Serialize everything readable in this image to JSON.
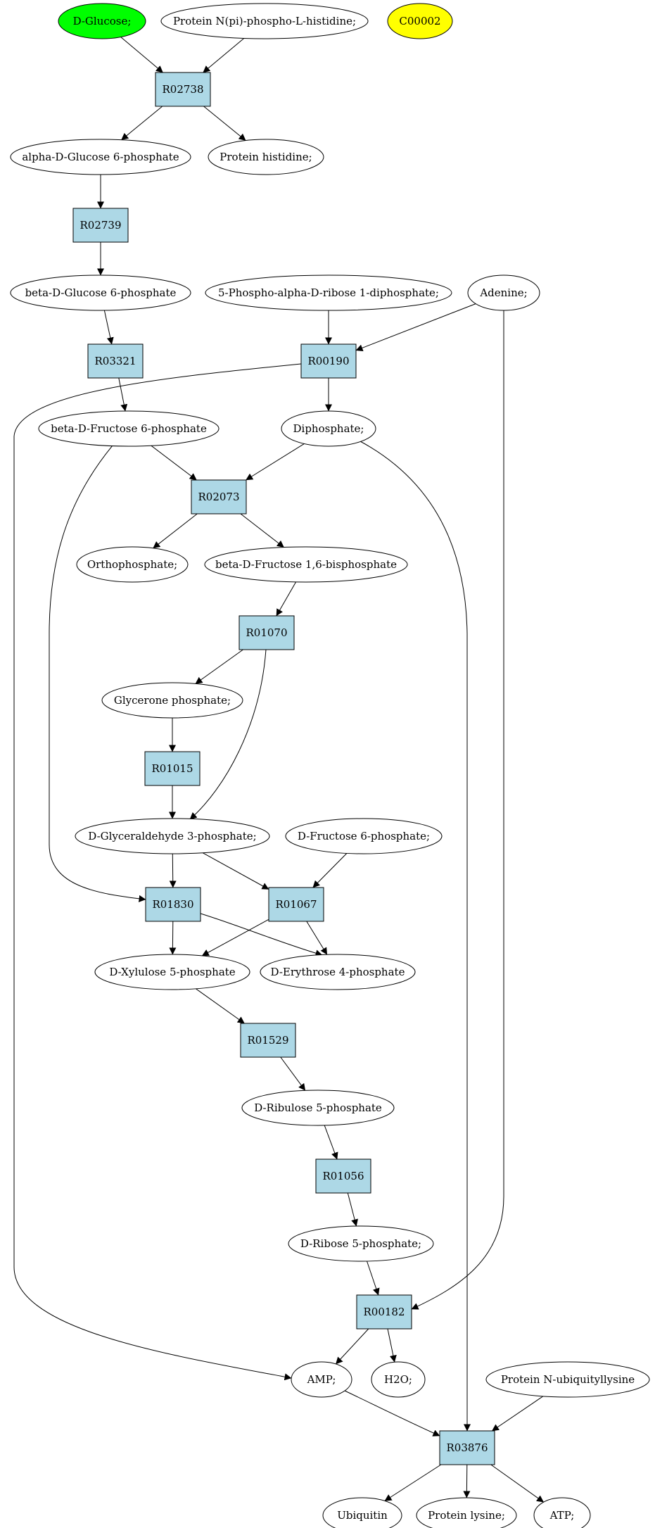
{
  "nodes": {
    "glucose": {
      "label": "D-Glucose;",
      "type": "compound",
      "fill": "#00ff00"
    },
    "protein_nphis": {
      "label": "Protein N(pi)-phospho-L-histidine;",
      "type": "compound",
      "fill": "#ffffff"
    },
    "c00002": {
      "label": "C00002",
      "type": "compound",
      "fill": "#ffff00"
    },
    "r02738": {
      "label": "R02738",
      "type": "reaction",
      "fill": "#add8e6"
    },
    "adg6p": {
      "label": "alpha-D-Glucose 6-phosphate",
      "type": "compound",
      "fill": "#ffffff"
    },
    "prot_his": {
      "label": "Protein histidine;",
      "type": "compound",
      "fill": "#ffffff"
    },
    "r02739": {
      "label": "R02739",
      "type": "reaction",
      "fill": "#add8e6"
    },
    "bdg6p": {
      "label": "beta-D-Glucose 6-phosphate",
      "type": "compound",
      "fill": "#ffffff"
    },
    "prpp": {
      "label": "5-Phospho-alpha-D-ribose 1-diphosphate;",
      "type": "compound",
      "fill": "#ffffff"
    },
    "adenine": {
      "label": "Adenine;",
      "type": "compound",
      "fill": "#ffffff"
    },
    "r03321": {
      "label": "R03321",
      "type": "reaction",
      "fill": "#add8e6"
    },
    "r00190": {
      "label": "R00190",
      "type": "reaction",
      "fill": "#add8e6"
    },
    "bdf6p": {
      "label": "beta-D-Fructose 6-phosphate",
      "type": "compound",
      "fill": "#ffffff"
    },
    "diphosphate": {
      "label": "Diphosphate;",
      "type": "compound",
      "fill": "#ffffff"
    },
    "r02073": {
      "label": "R02073",
      "type": "reaction",
      "fill": "#add8e6"
    },
    "orthophosphate": {
      "label": "Orthophosphate;",
      "type": "compound",
      "fill": "#ffffff"
    },
    "fbp": {
      "label": "beta-D-Fructose 1,6-bisphosphate",
      "type": "compound",
      "fill": "#ffffff"
    },
    "r01070": {
      "label": "R01070",
      "type": "reaction",
      "fill": "#add8e6"
    },
    "glycerone": {
      "label": "Glycerone phosphate;",
      "type": "compound",
      "fill": "#ffffff"
    },
    "r01015": {
      "label": "R01015",
      "type": "reaction",
      "fill": "#add8e6"
    },
    "g3p": {
      "label": "D-Glyceraldehyde 3-phosphate;",
      "type": "compound",
      "fill": "#ffffff"
    },
    "df6p": {
      "label": "D-Fructose 6-phosphate;",
      "type": "compound",
      "fill": "#ffffff"
    },
    "r01830": {
      "label": "R01830",
      "type": "reaction",
      "fill": "#add8e6"
    },
    "r01067": {
      "label": "R01067",
      "type": "reaction",
      "fill": "#add8e6"
    },
    "xu5p": {
      "label": "D-Xylulose 5-phosphate",
      "type": "compound",
      "fill": "#ffffff"
    },
    "e4p": {
      "label": "D-Erythrose 4-phosphate",
      "type": "compound",
      "fill": "#ffffff"
    },
    "r01529": {
      "label": "R01529",
      "type": "reaction",
      "fill": "#add8e6"
    },
    "ru5p": {
      "label": "D-Ribulose 5-phosphate",
      "type": "compound",
      "fill": "#ffffff"
    },
    "r01056": {
      "label": "R01056",
      "type": "reaction",
      "fill": "#add8e6"
    },
    "r5p": {
      "label": "D-Ribose 5-phosphate;",
      "type": "compound",
      "fill": "#ffffff"
    },
    "r00182": {
      "label": "R00182",
      "type": "reaction",
      "fill": "#add8e6"
    },
    "amp": {
      "label": "AMP;",
      "type": "compound",
      "fill": "#ffffff"
    },
    "h2o": {
      "label": "H2O;",
      "type": "compound",
      "fill": "#ffffff"
    },
    "prot_ubly": {
      "label": "Protein N-ubiquityllysine",
      "type": "compound",
      "fill": "#ffffff"
    },
    "r03876": {
      "label": "R03876",
      "type": "reaction",
      "fill": "#add8e6"
    },
    "ubiquitin": {
      "label": "Ubiquitin",
      "type": "compound",
      "fill": "#ffffff"
    },
    "prot_lys": {
      "label": "Protein lysine;",
      "type": "compound",
      "fill": "#ffffff"
    },
    "atp": {
      "label": "ATP;",
      "type": "compound",
      "fill": "#ffffff"
    }
  },
  "edges": [
    {
      "from": "glucose",
      "to": "r02738"
    },
    {
      "from": "protein_nphis",
      "to": "r02738"
    },
    {
      "from": "r02738",
      "to": "adg6p"
    },
    {
      "from": "r02738",
      "to": "prot_his"
    },
    {
      "from": "adg6p",
      "to": "r02739"
    },
    {
      "from": "r02739",
      "to": "bdg6p"
    },
    {
      "from": "bdg6p",
      "to": "r03321"
    },
    {
      "from": "prpp",
      "to": "r00190"
    },
    {
      "from": "adenine",
      "to": "r00190"
    },
    {
      "from": "adenine",
      "to": "r00182"
    },
    {
      "from": "r03321",
      "to": "bdf6p"
    },
    {
      "from": "r00190",
      "to": "diphosphate"
    },
    {
      "from": "r00190",
      "to": "amp"
    },
    {
      "from": "bdf6p",
      "to": "r02073"
    },
    {
      "from": "bdf6p",
      "to": "r01830"
    },
    {
      "from": "diphosphate",
      "to": "r02073"
    },
    {
      "from": "diphosphate",
      "to": "r03876"
    },
    {
      "from": "r02073",
      "to": "orthophosphate"
    },
    {
      "from": "r02073",
      "to": "fbp"
    },
    {
      "from": "fbp",
      "to": "r01070"
    },
    {
      "from": "r01070",
      "to": "glycerone"
    },
    {
      "from": "r01070",
      "to": "g3p"
    },
    {
      "from": "glycerone",
      "to": "r01015"
    },
    {
      "from": "r01015",
      "to": "g3p"
    },
    {
      "from": "g3p",
      "to": "r01830"
    },
    {
      "from": "g3p",
      "to": "r01067"
    },
    {
      "from": "df6p",
      "to": "r01067"
    },
    {
      "from": "r01830",
      "to": "xu5p"
    },
    {
      "from": "r01830",
      "to": "e4p"
    },
    {
      "from": "r01067",
      "to": "xu5p"
    },
    {
      "from": "r01067",
      "to": "e4p"
    },
    {
      "from": "xu5p",
      "to": "r01529"
    },
    {
      "from": "r01529",
      "to": "ru5p"
    },
    {
      "from": "ru5p",
      "to": "r01056"
    },
    {
      "from": "r01056",
      "to": "r5p"
    },
    {
      "from": "r5p",
      "to": "r00182"
    },
    {
      "from": "r00182",
      "to": "amp"
    },
    {
      "from": "r00182",
      "to": "h2o"
    },
    {
      "from": "amp",
      "to": "r03876"
    },
    {
      "from": "prot_ubly",
      "to": "r03876"
    },
    {
      "from": "r03876",
      "to": "ubiquitin"
    },
    {
      "from": "r03876",
      "to": "prot_lys"
    },
    {
      "from": "r03876",
      "to": "atp"
    }
  ]
}
